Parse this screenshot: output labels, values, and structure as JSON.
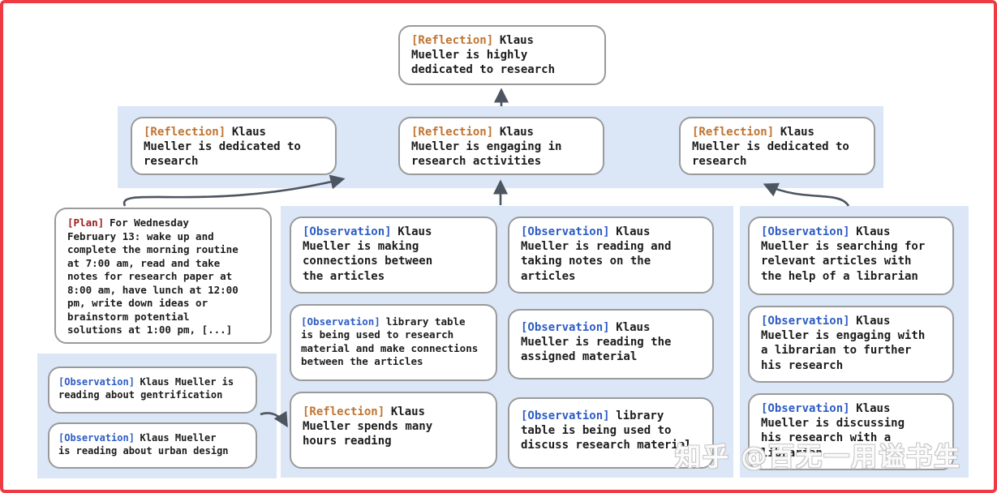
{
  "colors": {
    "reflection_tag": "#bf7430",
    "plan_tag": "#9c1d1d",
    "observation_tag": "#2e5cc5",
    "cluster_band": "#dbe7f7",
    "node_border": "#9a9a9a",
    "arrow": "#4d5560",
    "frame": "#ee3b43"
  },
  "nodes": {
    "root": {
      "type": "Reflection",
      "tag": "[Reflection]",
      "text": "Klaus\nMueller is highly\ndedicated to research"
    },
    "level2": [
      {
        "type": "Reflection",
        "tag": "[Reflection]",
        "text": "Klaus\nMueller is dedicated to\nresearch"
      },
      {
        "type": "Reflection",
        "tag": "[Reflection]",
        "text": "Klaus\nMueller is engaging in\nresearch activities"
      },
      {
        "type": "Reflection",
        "tag": "[Reflection]",
        "text": "Klaus\nMueller is dedicated to\nresearch"
      }
    ],
    "plan": {
      "type": "Plan",
      "tag": "[Plan]",
      "text": "For Wednesday\nFebruary 13: wake up and\ncomplete the morning routine\nat 7:00 am, read and take\nnotes for research paper at\n8:00 am, have lunch at 12:00\npm, write down ideas or\nbrainstorm potential\nsolutions at 1:00 pm, [...]"
    },
    "left_observations": [
      {
        "type": "Observation",
        "tag": "[Observation]",
        "text": "Klaus Mueller is\nreading about gentrification"
      },
      {
        "type": "Observation",
        "tag": "[Observation]",
        "text": "Klaus Mueller\nis reading about urban design"
      }
    ],
    "middle_left": [
      {
        "type": "Observation",
        "tag": "[Observation]",
        "text": "Klaus\nMueller is making\nconnections between\nthe articles"
      },
      {
        "type": "Observation",
        "tag": "[Observation]",
        "text": "library table\nis being used to research\nmaterial and make connections\nbetween the articles"
      },
      {
        "type": "Reflection",
        "tag": "[Reflection]",
        "text": "Klaus\nMueller spends many\nhours reading"
      }
    ],
    "middle_right": [
      {
        "type": "Observation",
        "tag": "[Observation]",
        "text": "Klaus\nMueller is reading and\ntaking notes on the\narticles"
      },
      {
        "type": "Observation",
        "tag": "[Observation]",
        "text": "Klaus\nMueller is reading the\nassigned material"
      },
      {
        "type": "Observation",
        "tag": "[Observation]",
        "text": "library\ntable is being used to\ndiscuss research material"
      }
    ],
    "right": [
      {
        "type": "Observation",
        "tag": "[Observation]",
        "text": "Klaus\nMueller is searching for\nrelevant articles with\nthe help of a librarian"
      },
      {
        "type": "Observation",
        "tag": "[Observation]",
        "text": "Klaus\nMueller is engaging with\na librarian to further\nhis research"
      },
      {
        "type": "Observation",
        "tag": "[Observation]",
        "text": "Klaus\nMueller is discussing\nhis research with a\nlibrarian"
      }
    ]
  },
  "watermark": "知乎 @百无一用谥书生"
}
